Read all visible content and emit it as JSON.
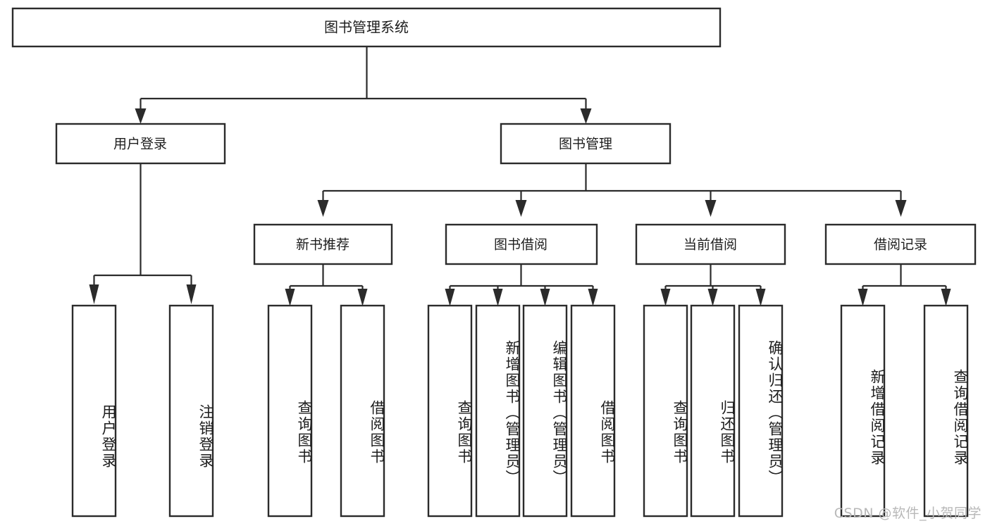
{
  "diagram": {
    "title": "图书管理系统",
    "type": "tree-hierarchy-diagram",
    "colors": {
      "box_stroke": "#2b2b2b",
      "box_fill": "#ffffff",
      "connector": "#2b2b2b",
      "text": "#1d1d1d",
      "watermark": "#b8b8b8",
      "canvas": "#ffffff"
    },
    "root": {
      "label": "图书管理系统"
    },
    "level2": [
      {
        "label": "用户登录"
      },
      {
        "label": "图书管理"
      }
    ],
    "level3": [
      {
        "label": "新书推荐"
      },
      {
        "label": "图书借阅"
      },
      {
        "label": "当前借阅"
      },
      {
        "label": "借阅记录"
      }
    ],
    "leaves": {
      "user_login": [
        {
          "label": "用户登录"
        },
        {
          "label": "注销登录"
        }
      ],
      "new_book_recommend": [
        {
          "label": "查询图书"
        },
        {
          "label": "借阅图书"
        }
      ],
      "book_borrow": [
        {
          "label": "查询图书"
        },
        {
          "label": "新增图书（管理员）"
        },
        {
          "label": "编辑图书（管理员）"
        },
        {
          "label": "借阅图书"
        }
      ],
      "current_borrow": [
        {
          "label": "查询图书"
        },
        {
          "label": "归还图书"
        },
        {
          "label": "确认归还（管理员）"
        }
      ],
      "borrow_record": [
        {
          "label": "新增借阅记录"
        },
        {
          "label": "查询借阅记录"
        }
      ]
    }
  },
  "watermark": {
    "text": "CSDN @软件_小贺同学"
  }
}
